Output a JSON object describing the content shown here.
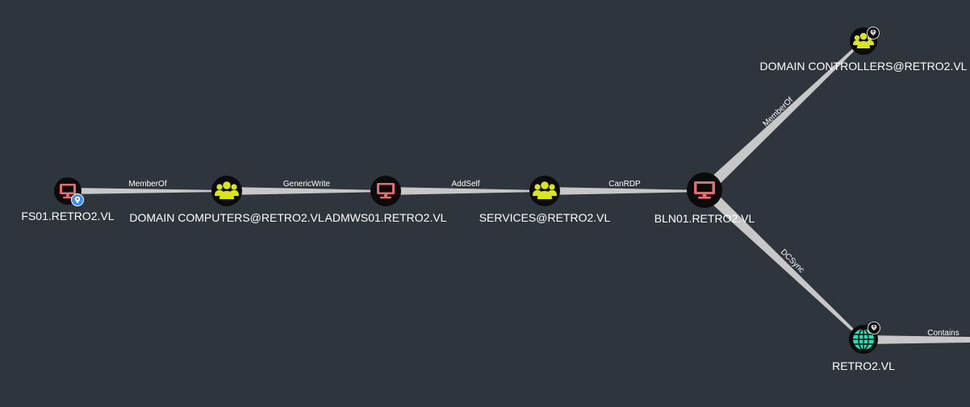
{
  "graph": {
    "nodes": {
      "fs01": {
        "label": "FS01.RETRO2.VL",
        "type": "computer",
        "icon": "monitor-icon",
        "badge": "location-pin-icon",
        "color": "#e06e6e"
      },
      "domain_computers": {
        "label": "DOMAIN COMPUTERS@RETRO2.VL",
        "type": "group",
        "icon": "users-icon",
        "color": "#dbe617"
      },
      "admws01": {
        "label": "ADMWS01.RETRO2.VL",
        "type": "computer",
        "icon": "monitor-icon",
        "color": "#e06e6e"
      },
      "services": {
        "label": "SERVICES@RETRO2.VL",
        "type": "group",
        "icon": "users-icon",
        "color": "#dbe617"
      },
      "bln01": {
        "label": "BLN01.RETRO2.VL",
        "type": "computer",
        "icon": "monitor-icon",
        "color": "#e06e6e"
      },
      "domain_controllers": {
        "label": "DOMAIN CONTROLLERS@RETRO2.VL",
        "type": "group",
        "icon": "users-icon",
        "badge": "gem-icon",
        "color": "#dbe617"
      },
      "retro2": {
        "label": "RETRO2.VL",
        "type": "domain",
        "icon": "globe-icon",
        "badge": "gem-icon",
        "color": "#17e6b8"
      }
    },
    "edges": {
      "memberof_1": {
        "label": "MemberOf",
        "from": "fs01",
        "to": "domain_computers"
      },
      "genericwrite": {
        "label": "GenericWrite",
        "from": "domain_computers",
        "to": "admws01"
      },
      "addself": {
        "label": "AddSelf",
        "from": "admws01",
        "to": "services"
      },
      "canrdp": {
        "label": "CanRDP",
        "from": "services",
        "to": "bln01"
      },
      "memberof_2": {
        "label": "MemberOf",
        "from": "bln01",
        "to": "domain_controllers"
      },
      "dcsync": {
        "label": "DCSync",
        "from": "bln01",
        "to": "retro2"
      },
      "contains": {
        "label": "Contains",
        "from": "retro2",
        "to": "offscreen"
      }
    }
  },
  "colors": {
    "background": "#2f353c",
    "edge": "#c7c7c7",
    "node_bg": "#0b0b0b",
    "computer": "#e06e6e",
    "group": "#dbe617",
    "domain": "#17e6b8",
    "location_badge": "#3b8ff0",
    "gem_badge": "#ffffff"
  }
}
